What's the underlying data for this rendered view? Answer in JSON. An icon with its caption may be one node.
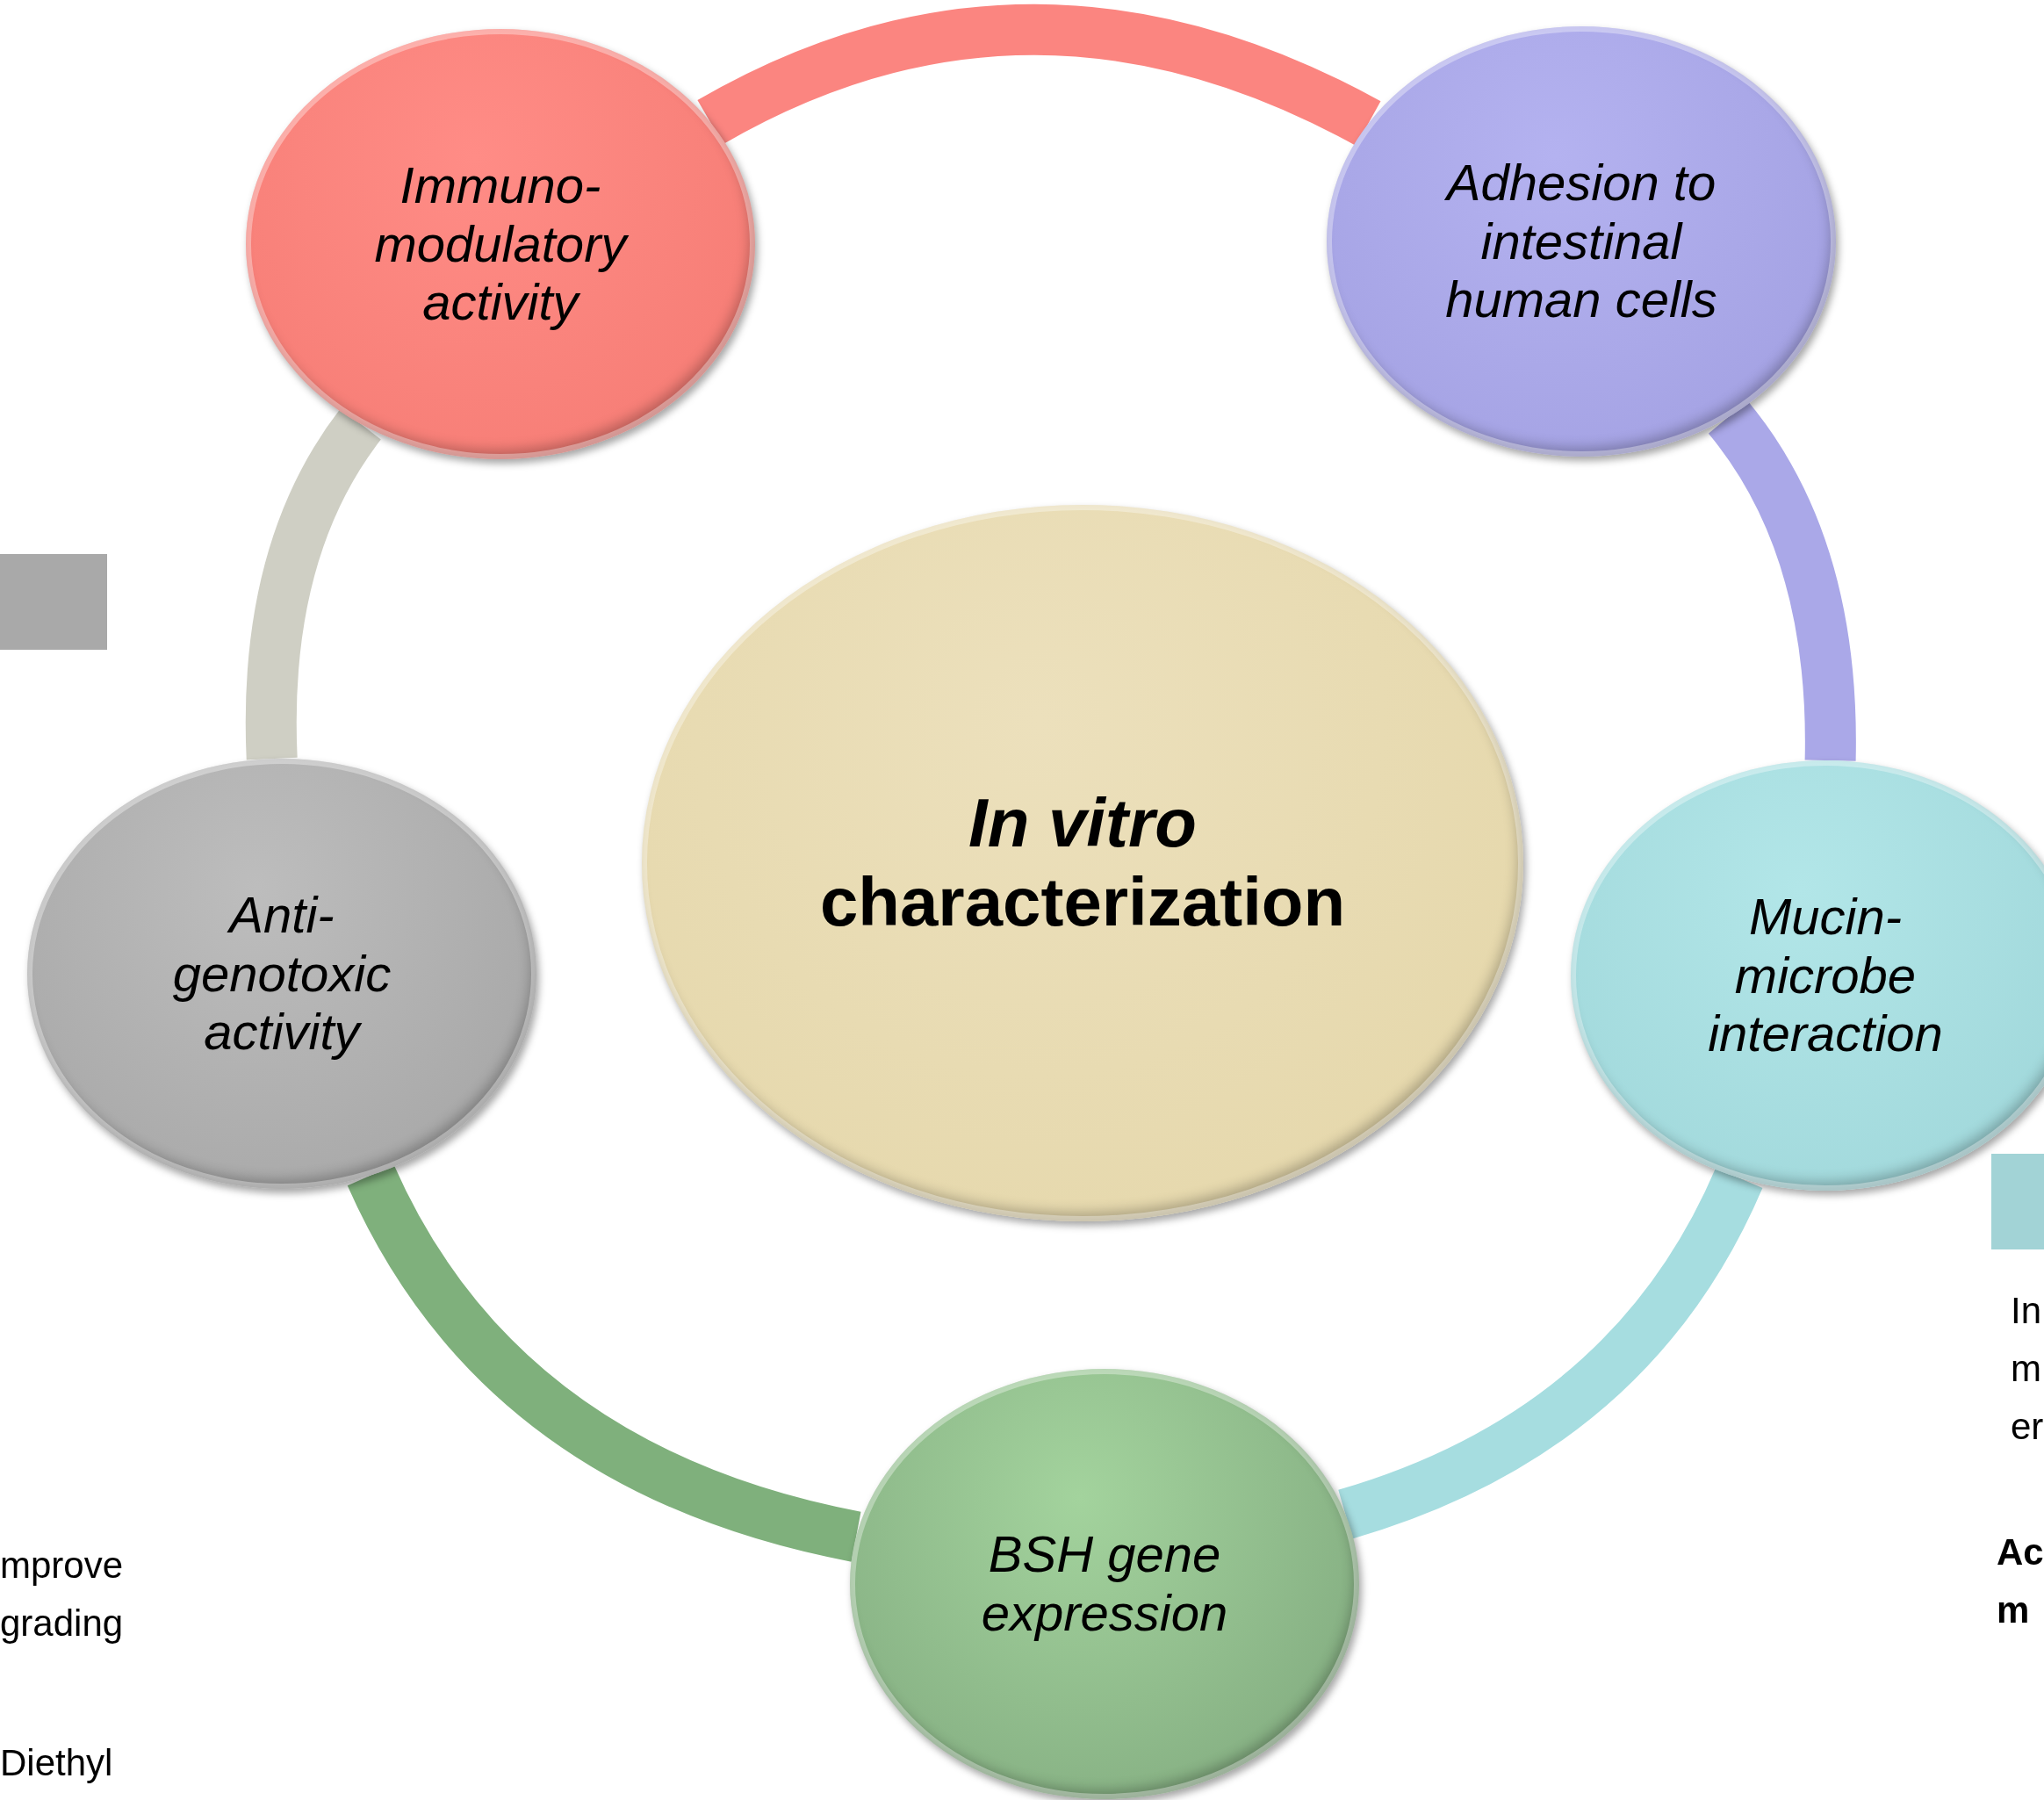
{
  "diagram": {
    "nodes": [
      {
        "text": [
          "Immuno-modulatory activity"
        ]
      },
      {
        "text": [
          "Adhesion to intestinal human cells"
        ]
      },
      {
        "text": [
          "Mucin-microbe interaction"
        ]
      },
      {
        "text": [
          "BSH gene expression"
        ]
      },
      {
        "text": [
          "Anti-genotoxic activity"
        ]
      },
      {
        "text": [
          "*In vitro* characterization"
        ]
      }
    ],
    "edges": [
      {
        "from": 0,
        "to": 1,
        "arrow": "none",
        "color": "#fb8580"
      },
      {
        "from": 1,
        "to": 2,
        "arrow": "none",
        "color": "#aaa8e8"
      },
      {
        "from": 2,
        "to": 3,
        "arrow": "none",
        "color": "#a6dde0"
      },
      {
        "from": 3,
        "to": 4,
        "arrow": "none",
        "color": "#7fb07c"
      },
      {
        "from": 4,
        "to": 0,
        "arrow": "none",
        "color": "#cfcfc4"
      }
    ],
    "labels": [
      "In m er",
      "Ac m",
      "mprove grading",
      "Diethyl"
    ]
  }
}
